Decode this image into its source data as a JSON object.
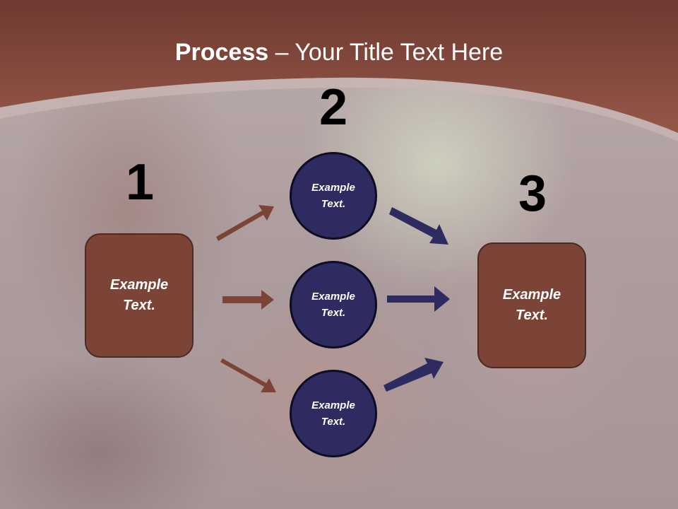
{
  "slide": {
    "title_bold": "Process",
    "title_rest": " – Your Title Text Here",
    "step_numbers": [
      "1",
      "2",
      "3"
    ],
    "box_left": {
      "text": "Example Text."
    },
    "box_right": {
      "text": "Example Text."
    },
    "circles": [
      {
        "text": "Example Text."
      },
      {
        "text": "Example Text."
      },
      {
        "text": "Example Text."
      }
    ]
  },
  "colors": {
    "header": "#8a4a3d",
    "box_fill": "#7b4437",
    "circle_fill": "#2d2b60",
    "arrow_brown": "#7b4437",
    "arrow_navy": "#2d2b60"
  }
}
